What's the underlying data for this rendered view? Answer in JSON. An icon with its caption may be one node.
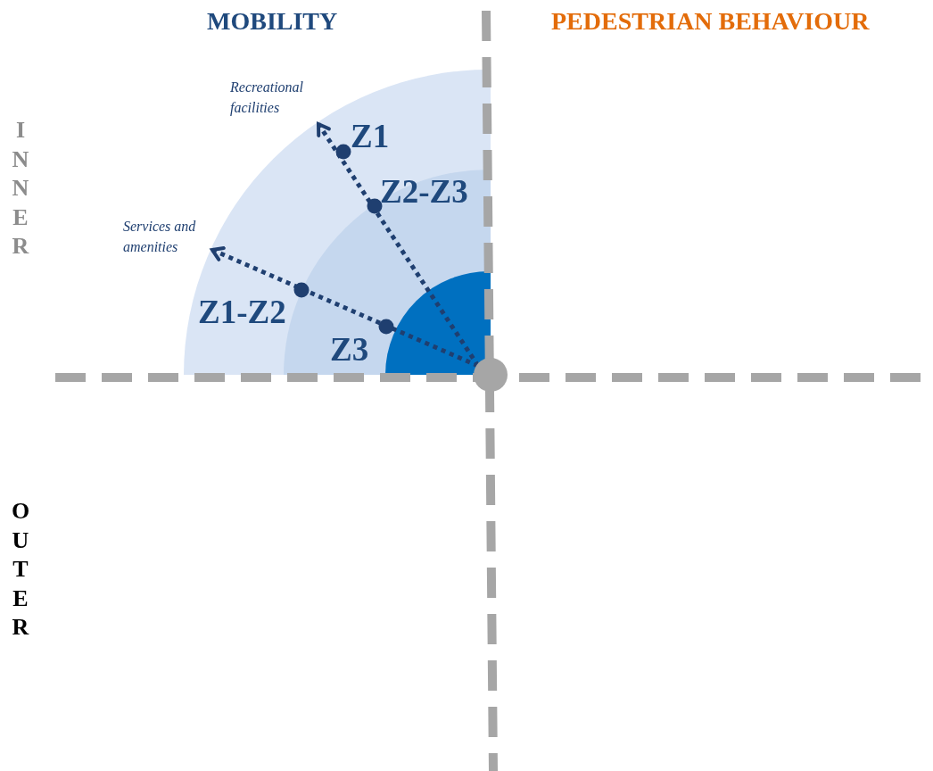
{
  "diagram": {
    "nodes": [
      {
        "text": [],
        "shape": "circle"
      },
      {
        "text": [
          "Recreational facilities"
        ]
      },
      {
        "text": [
          "Services and amenities"
        ]
      }
    ],
    "edges": [
      {
        "from": 0,
        "to": 1,
        "arrow": "to",
        "style": "dashed"
      },
      {
        "from": 0,
        "to": 2,
        "arrow": "to",
        "style": "dashed"
      }
    ],
    "labels": [
      "MOBILITY",
      "PEDESTRIAN BEHAVIOUR",
      "INNER",
      "Z1",
      "Z2-Z3",
      "Z1-Z2",
      "Z3",
      "OUTER"
    ]
  }
}
